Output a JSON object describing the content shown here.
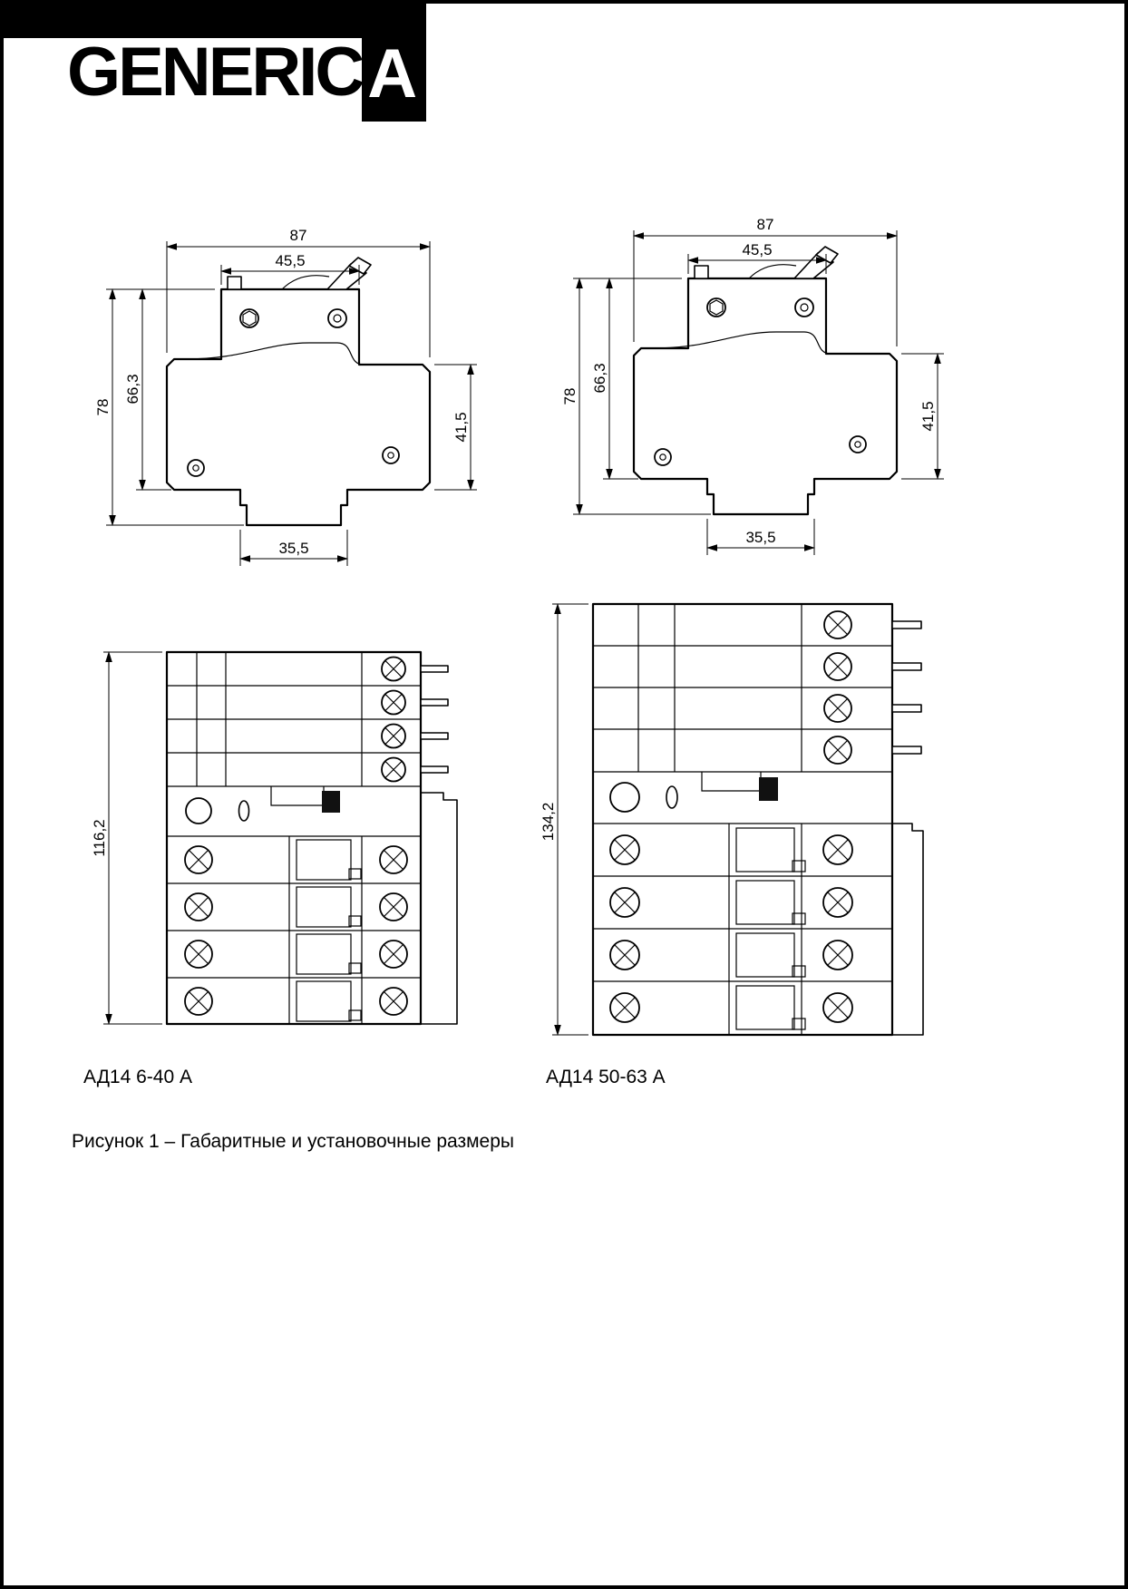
{
  "brand": {
    "prefix": "GENERIC",
    "suffix": "A"
  },
  "caption": "Рисунок 1 – Габаритные и установочные размеры",
  "side_view": {
    "overall_width": "87",
    "top_width": "45,5",
    "overall_height": "78",
    "body_height": "66,3",
    "front_height": "41,5",
    "tab_width": "35,5"
  },
  "models": {
    "left": {
      "label": "АД14 6-40 А",
      "height": "116,2"
    },
    "right": {
      "label": "АД14 50-63 А",
      "height": "134,2"
    }
  }
}
